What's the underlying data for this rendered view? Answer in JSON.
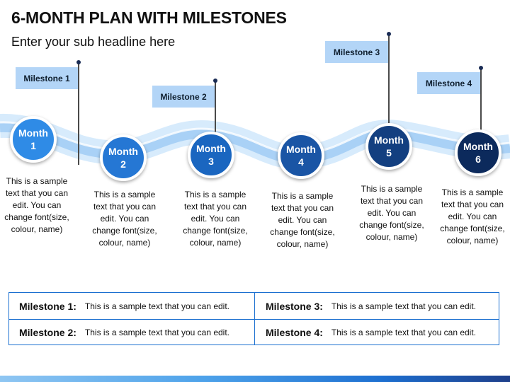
{
  "header": {
    "title": "6-MONTH PLAN WITH MILESTONES",
    "subtitle": "Enter your sub headline here"
  },
  "milestone_flags": [
    {
      "label": "Milestone 1"
    },
    {
      "label": "Milestone 2"
    },
    {
      "label": "Milestone 3"
    },
    {
      "label": "Milestone 4"
    }
  ],
  "months": [
    {
      "label": "Month\n1",
      "color": "#2f8be6",
      "desc": "This is a sample text that you can edit. You can change font(size, colour, name)"
    },
    {
      "label": "Month\n2",
      "color": "#2577d4",
      "desc": "This is a sample text that you can edit. You can change font(size, colour, name)"
    },
    {
      "label": "Month\n3",
      "color": "#1a66c0",
      "desc": "This is a sample text that you can edit. You can change font(size, colour, name)"
    },
    {
      "label": "Month\n4",
      "color": "#1a55a5",
      "desc": "This is a sample text that you can edit. You can change font(size, colour, name)"
    },
    {
      "label": "Month\n5",
      "color": "#133f80",
      "desc": "This is a sample text that you can edit. You can change font(size, colour, name)"
    },
    {
      "label": "Month\n6",
      "color": "#0c2a5c",
      "desc": "This is a sample text that you can edit. You can change font(size, colour, name)"
    }
  ],
  "milestone_table": [
    {
      "key": "Milestone 1:",
      "value": "This is a sample text that you can edit."
    },
    {
      "key": "Milestone 2:",
      "value": "This is a sample text that you can edit."
    },
    {
      "key": "Milestone 3:",
      "value": "This is a sample text that you can edit."
    },
    {
      "key": "Milestone 4:",
      "value": "This is a sample text that you can edit."
    }
  ],
  "colors": {
    "wave_light": "#cfe6fb",
    "wave_mid": "#a9d1f6",
    "flag_bg": "#b3d5f7",
    "table_border": "#1a6fd0"
  }
}
